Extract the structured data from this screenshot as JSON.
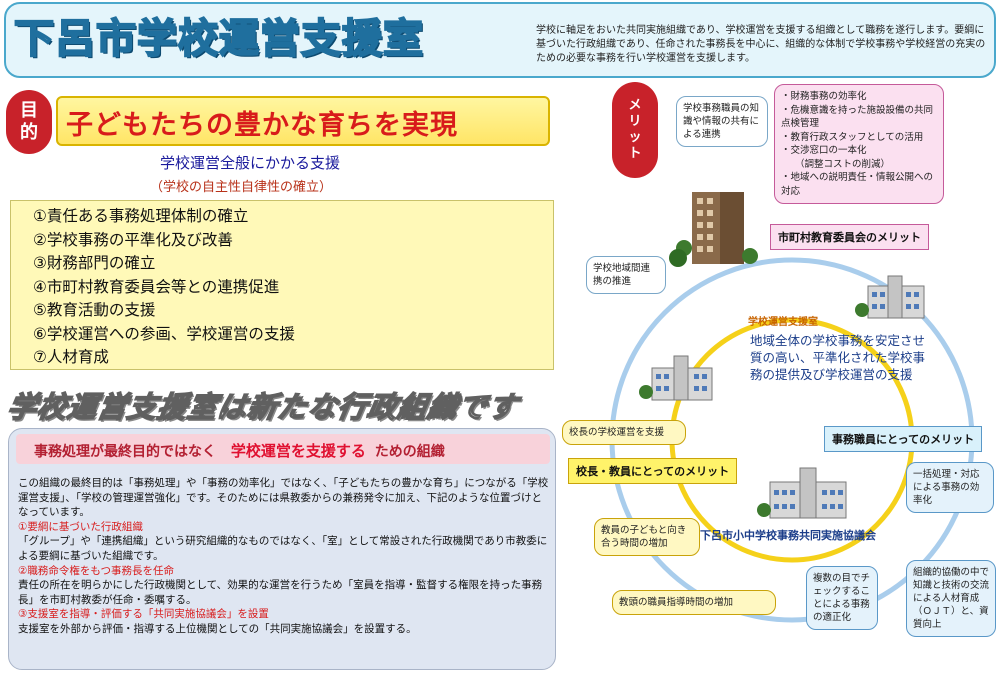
{
  "header": {
    "title": "下呂市学校運営支援室",
    "description": "学校に軸足をおいた共同実施組織であり、学校運営を支援する組織として職務を遂行します。要綱に基づいた行政組織であり、任命された事務長を中心に、組織的な体制で学校事務や学校経営の充実のための必要な事務を行い学校運営を支援します。"
  },
  "purpose": {
    "badge": [
      "目",
      "的"
    ],
    "headline": "子どもたちの豊かな育ちを実現",
    "sub_main": "学校運営全般にかかる支援",
    "sub_paren": "（学校の自主性自律性の確立）"
  },
  "goals": [
    "①責任ある事務処理体制の確立",
    "②学校事務の平準化及び改善",
    "③財務部門の確立",
    "④市町村教育委員会等との連携促進",
    "⑤教育活動の支援",
    "⑥学校運営への参画、学校運営の支援",
    "⑦人材育成"
  ],
  "slogan": "学校運営支援室は新たな行政組織です",
  "info": {
    "head_a": "事務処理が最終目的ではなく",
    "head_b": "学校運営を支援する",
    "head_c": "ための組織",
    "intro": "この組織の最終目的は「事務処理」や「事務の効率化」ではなく、「子どもたちの豊かな育ち」につながる「学校運営支援」、「学校の管理運営強化」です。そのためには県教委からの兼務発令に加え、下記のような位置づけとなっています。",
    "items": [
      {
        "title": "①要綱に基づいた行政組織",
        "text": "「グループ」や「連携組織」という研究組織的なものではなく、「室」として常設された行政機関であり市教委による要綱に基づいた組織です。"
      },
      {
        "title": "②職務命令権をもつ事務長を任命",
        "text": "責任の所在を明らかにした行政機関として、効果的な運営を行うため「室員を指導・監督する権限を持った事務長」を市町村教委が任命・委嘱する。"
      },
      {
        "title": "③支援室を指導・評価する「共同実施協議会」を設置",
        "text": "支援室を外部から評価・指導する上位機関としての「共同実施協議会」を設置する。"
      }
    ]
  },
  "merit": {
    "badge": [
      "メ",
      "リ",
      "ッ",
      "ト"
    ],
    "bubble_knowledge": "学校事務職員の知識や情報の共有による連携",
    "bubble_board": [
      "・財務事務の効率化",
      "・危機意識を持った施設設備の共同点検管理",
      "・教育行政スタッフとしての活用",
      "・交渉窓口の一本化",
      "（調整コストの削減）",
      "・地域への説明責任・情報公開への対応"
    ],
    "board_label": "市町村教育委員会のメリット",
    "bubble_region": "学校地域間連携の推進",
    "center_title": "学校運営支援室",
    "center_text": "地域全体の学校事務を安定させ質の高い、平準化された学校事務の提供及び学校運営の支援",
    "bubble_principal": "校長の学校運営を支援",
    "staff_label": "事務職員にとってのメリット",
    "principal_label": "校長・教員にとってのメリット",
    "bubble_batch": "一括処理・対応による事務の効率化",
    "bubble_children": "教員の子どもと向き合う時間の増加",
    "council": "下呂市小中学校事務共同実施協議会",
    "bubble_teacher": "教頭の職員指導時間の増加",
    "bubble_check": "複数の目でチェックすることによる事務の適正化",
    "bubble_ojt": "組織的協働の中で知識と技術の交流による人材育成（ＯＪＴ）と、資質向上"
  },
  "colors": {
    "accent_red": "#c8222a",
    "header_blue": "#1f6f9e",
    "goal_yellow": "#fff9b8",
    "ring_blue": "#a9cdec",
    "ring_yellow": "#f5d11a"
  }
}
